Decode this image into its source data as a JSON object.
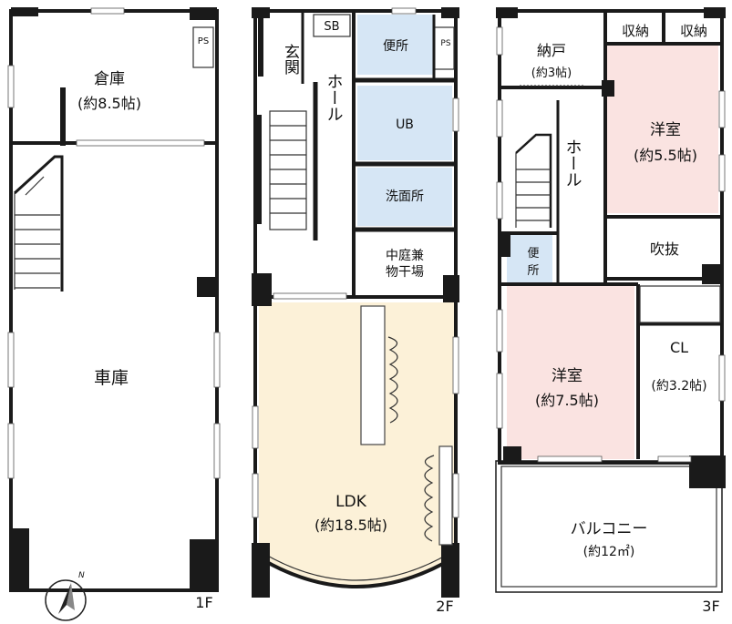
{
  "floors": {
    "f1": {
      "label": "1F",
      "rooms": {
        "storage": {
          "name": "倉庫",
          "size": "(約8.5帖)"
        },
        "ps": "PS",
        "garage": {
          "name": "車庫"
        }
      },
      "compass": "N"
    },
    "f2": {
      "label": "2F",
      "rooms": {
        "sb": "SB",
        "entrance": "玄関",
        "hall": "ホール",
        "toilet": "便所",
        "ps": "PS",
        "ub": "UB",
        "washroom": "洗面所",
        "courtyard_line1": "中庭兼",
        "courtyard_line2": "物干場",
        "ldk": {
          "name": "LDK",
          "size": "(約18.5帖)"
        }
      }
    },
    "f3": {
      "label": "3F",
      "rooms": {
        "closet1": "収納",
        "closet2": "収納",
        "nando": {
          "name": "納戸",
          "size": "(約3帖)"
        },
        "western1": {
          "name": "洋室",
          "size": "(約5.5帖)"
        },
        "hall": "ホール",
        "fukinuke": "吹抜",
        "toilet_line1": "便",
        "toilet_line2": "所",
        "cl": {
          "name": "CL",
          "size": "(約3.2帖)"
        },
        "western2": {
          "name": "洋室",
          "size": "(約7.5帖)"
        },
        "balcony": {
          "name": "バルコニー",
          "size": "(約12㎡)"
        }
      }
    }
  },
  "colors": {
    "wall": "#1a1a1a",
    "wet_area": "#d6e6f5",
    "ldk": "#fcf1d8",
    "bedroom": "#fae3e1",
    "background": "#ffffff"
  }
}
